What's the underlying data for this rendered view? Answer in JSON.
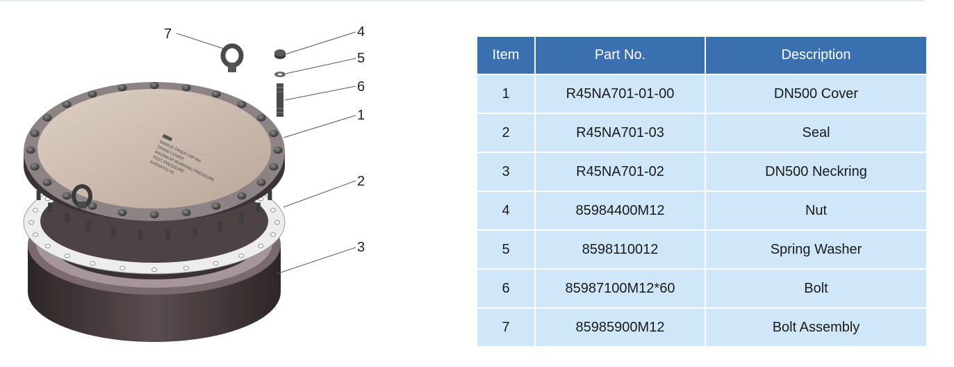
{
  "callouts": [
    "7",
    "4",
    "5",
    "6",
    "1",
    "2",
    "3"
  ],
  "cover_plate_text": [
    "MARUD DN500 24P-M4",
    "DN500 COVER",
    "MAXIMUM WORKING PRESSURE",
    "TEST PRESSURE",
    "R45NA701-01"
  ],
  "table": {
    "headers": [
      "Item",
      "Part No.",
      "Description"
    ],
    "rows": [
      {
        "item": "1",
        "part_no": "R45NA701-01-00",
        "description": "DN500 Cover"
      },
      {
        "item": "2",
        "part_no": "R45NA701-03",
        "description": "Seal"
      },
      {
        "item": "3",
        "part_no": "R45NA701-02",
        "description": "DN500 Neckring"
      },
      {
        "item": "4",
        "part_no": "85984400M12",
        "description": "Nut"
      },
      {
        "item": "5",
        "part_no": "8598110012",
        "description": "Spring Washer"
      },
      {
        "item": "6",
        "part_no": "85987100M12*60",
        "description": "Bolt"
      },
      {
        "item": "7",
        "part_no": "85985900M12",
        "description": "Bolt Assembly"
      }
    ]
  },
  "colors": {
    "header_bg": "#3a6fb0",
    "row_bg": "#cfe7f8",
    "cover_face": "#cdbdb0",
    "ring_dark": "#4a3d40"
  }
}
